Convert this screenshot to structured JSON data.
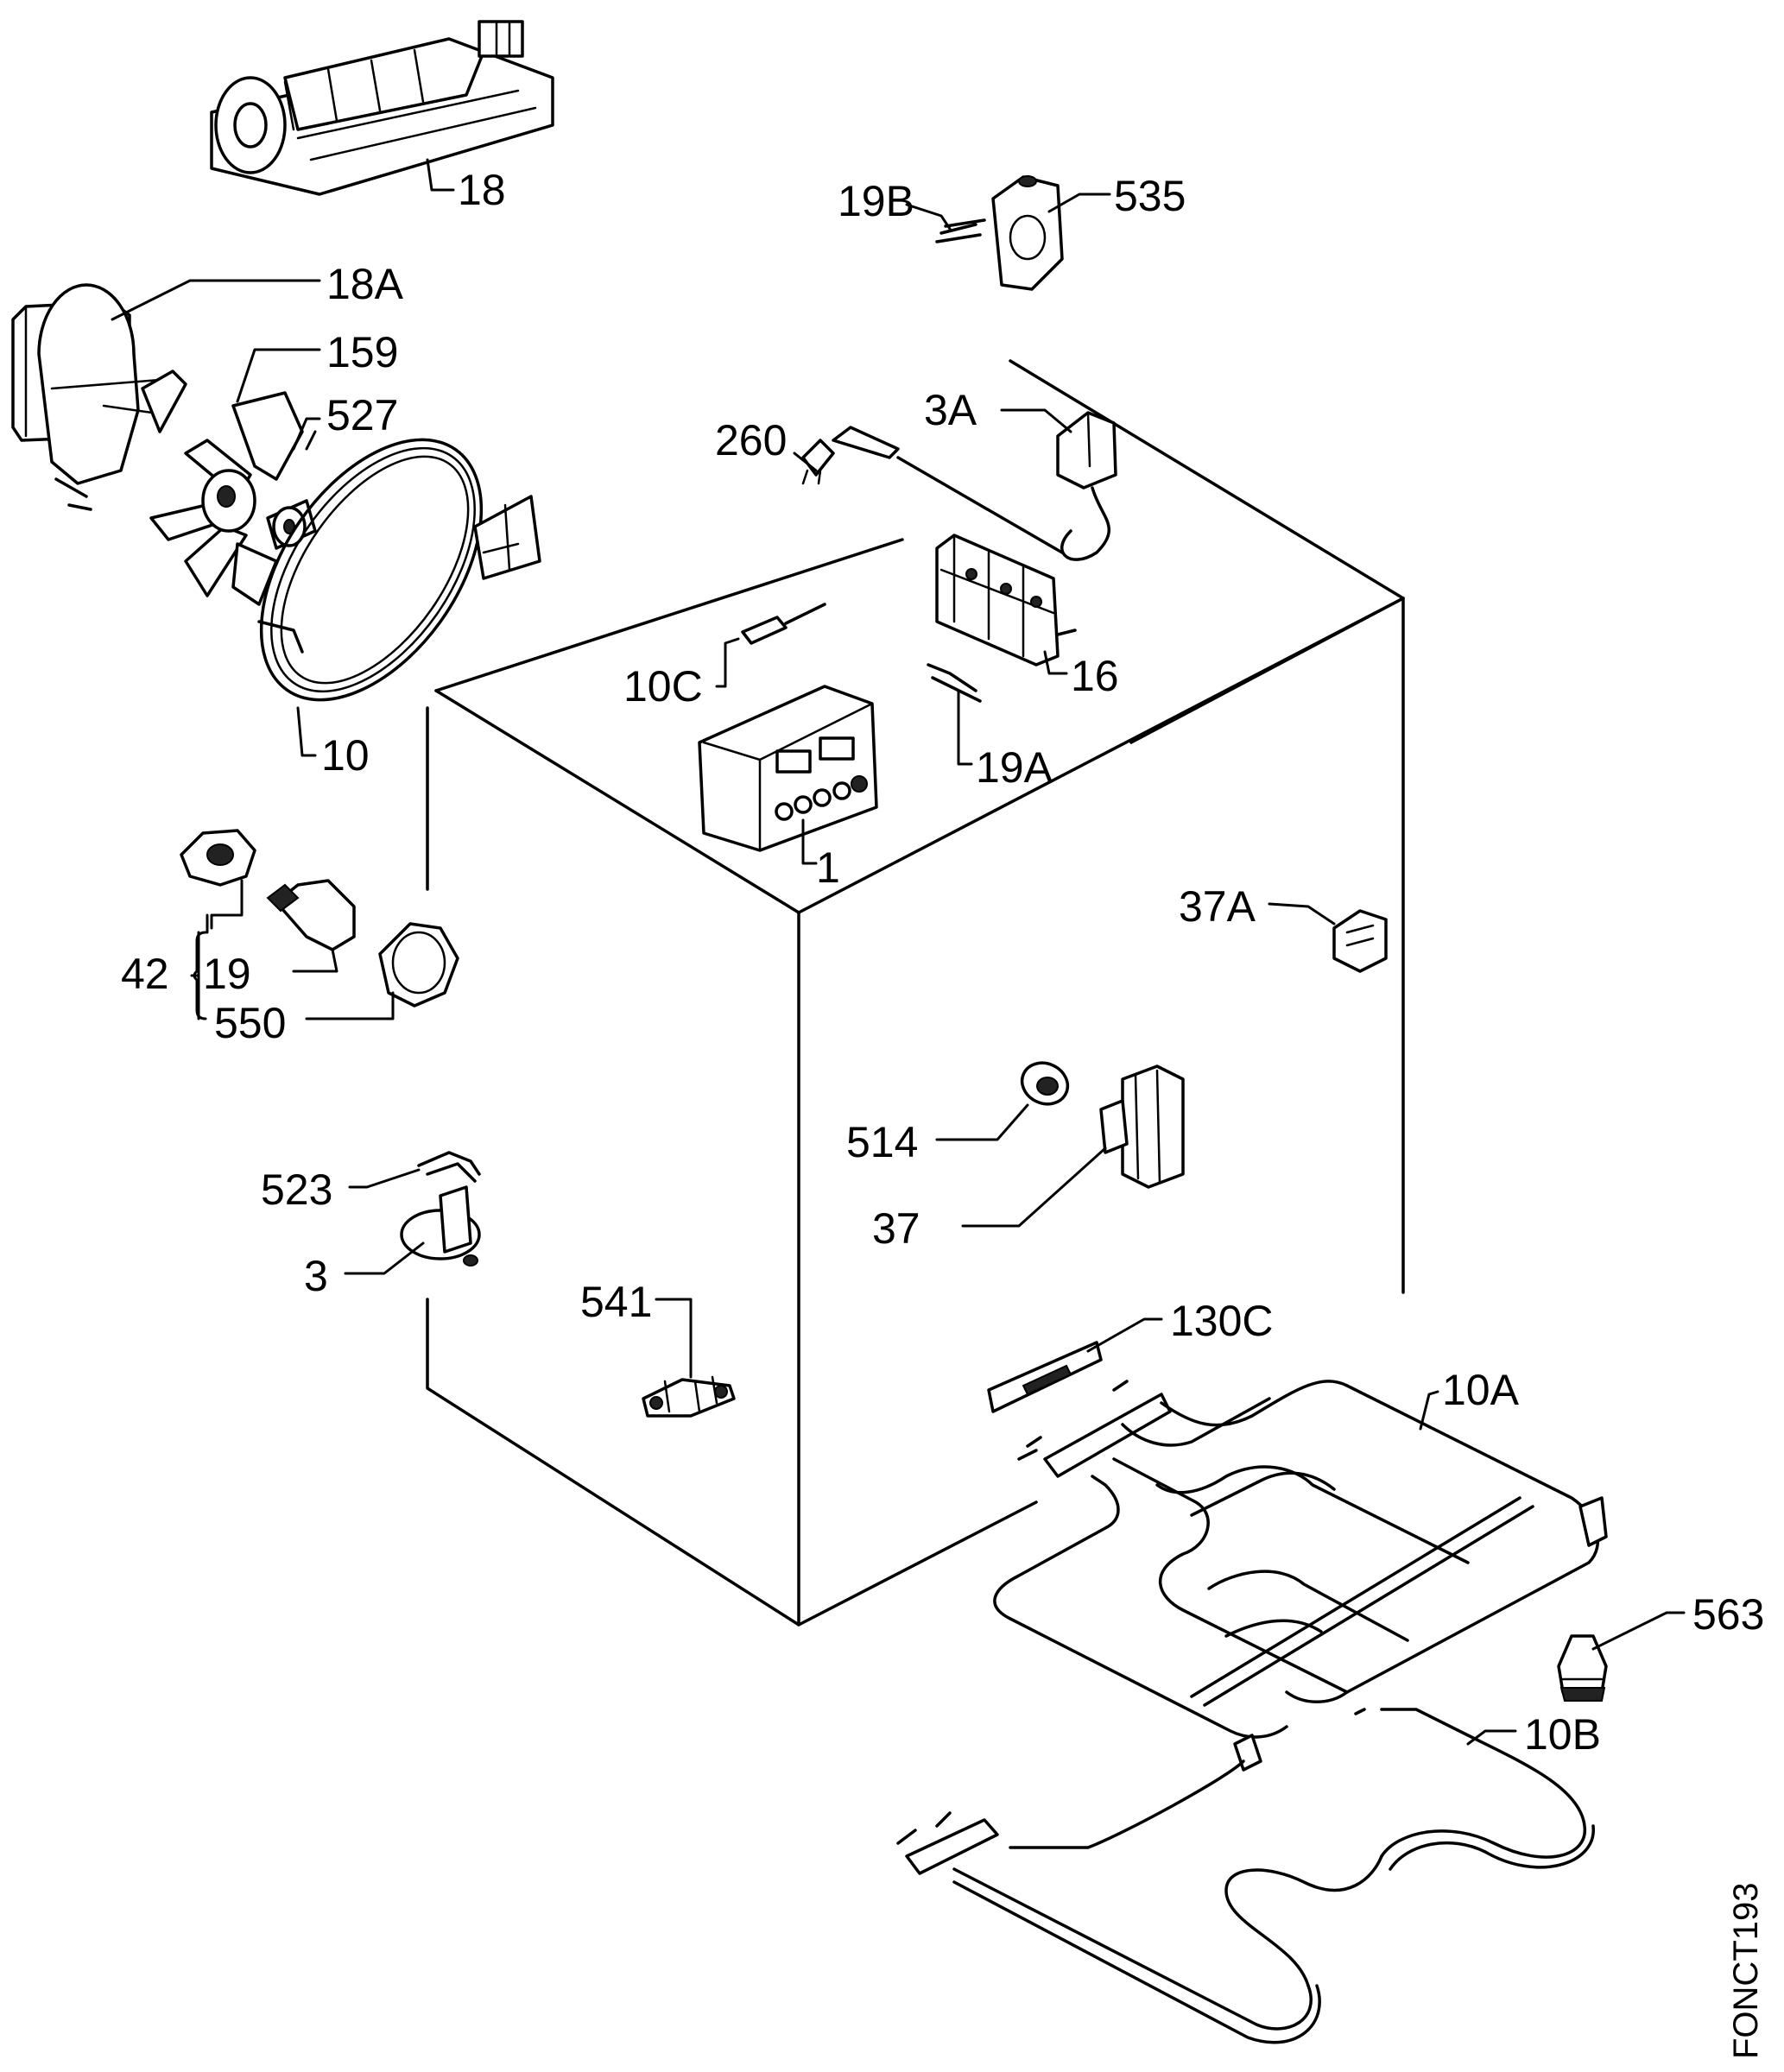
{
  "diagram_code": "FONCT193",
  "labels": {
    "p18": "18",
    "p18a": "18A",
    "p159": "159",
    "p527": "527",
    "p10": "10",
    "p19b": "19B",
    "p535": "535",
    "p3a": "3A",
    "p260": "260",
    "p16": "16",
    "p10c": "10C",
    "p19a": "19A",
    "p1": "1",
    "p37a": "37A",
    "p42": "42",
    "p19": "19",
    "p550": "550",
    "p514": "514",
    "p37": "37",
    "p523": "523",
    "p3": "3",
    "p541": "541",
    "p130c": "130C",
    "p10a": "10A",
    "p563": "563",
    "p10b": "10B"
  }
}
